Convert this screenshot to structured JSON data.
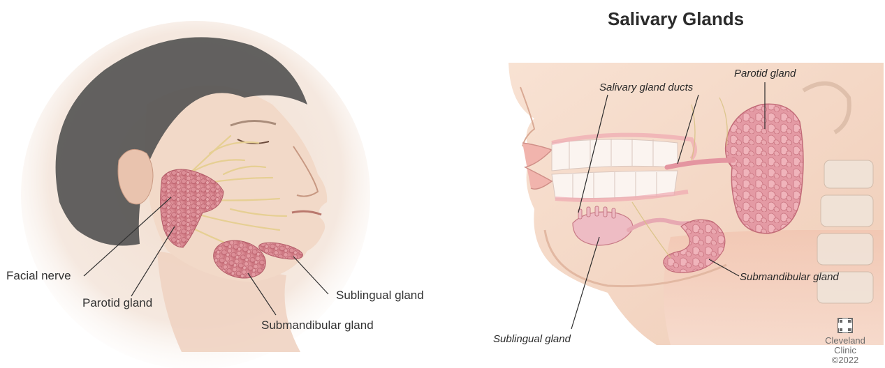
{
  "left_panel": {
    "labels": {
      "facial_nerve": "Facial nerve",
      "parotid_gland": "Parotid gland",
      "sublingual_gland": "Sublingual gland",
      "submandibular_gland": "Submandibular gland"
    }
  },
  "right_panel": {
    "title": "Salivary Glands",
    "labels": {
      "salivary_gland_ducts": "Salivary gland ducts",
      "parotid_gland": "Parotid gland",
      "submandibular_gland": "Submandibular gland",
      "sublingual_gland": "Sublingual gland"
    },
    "brand": {
      "line1": "Cleveland",
      "line2": "Clinic",
      "copyright": "©2022"
    }
  },
  "colors": {
    "skin": "#f3dccb",
    "gland": "#d9868f",
    "nerve": "#e7d29a",
    "hair": "#4a4a4a",
    "brand_grey": "#6b6b6b"
  }
}
